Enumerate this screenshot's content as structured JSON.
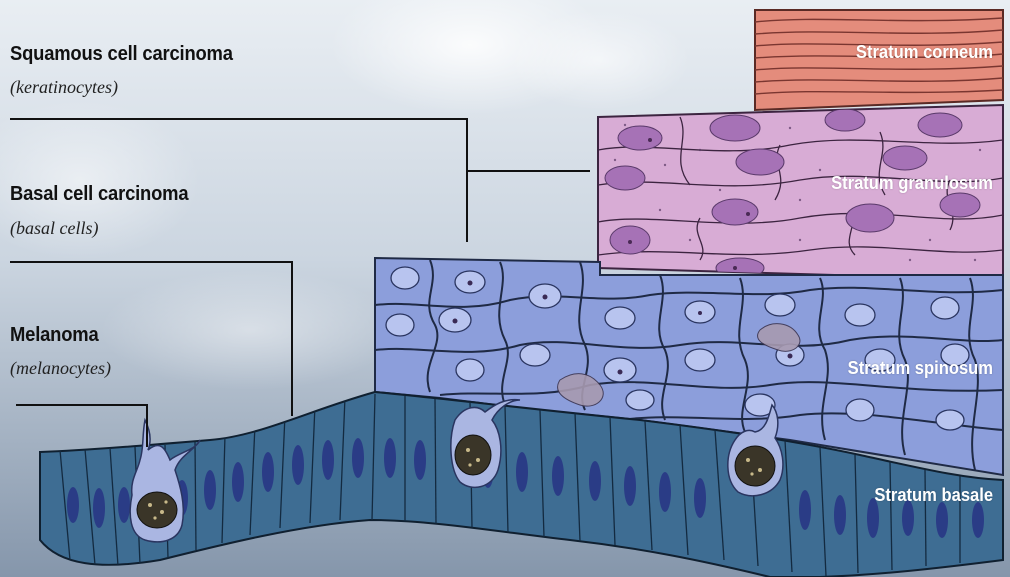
{
  "cancers": [
    {
      "name": "Squamous cell carcinoma",
      "cell": "(keratinocytes)"
    },
    {
      "name": "Basal cell carcinoma",
      "cell": "(basal cells)"
    },
    {
      "name": "Melanoma",
      "cell": "(melanocytes)"
    }
  ],
  "layers": {
    "corneum": "Stratum corneum",
    "granulosum": "Stratum granulosum",
    "spinosum": "Stratum spinosum",
    "basale": "Stratum basale"
  },
  "colors": {
    "sky_top": "#dfe7ef",
    "sky_bottom": "#8f9fb3",
    "corneum": "#e58f7e",
    "granulosum": "#d9aed6",
    "granulosum_nucleus": "#a774b8",
    "spinosum": "#8ea0dc",
    "spinosum_nucleus": "#b9c6ee",
    "basale": "#3f6f95",
    "basale_nucleus": "#2a3f85",
    "melanocyte": "#aab6e3",
    "leader_line": "#111111"
  }
}
